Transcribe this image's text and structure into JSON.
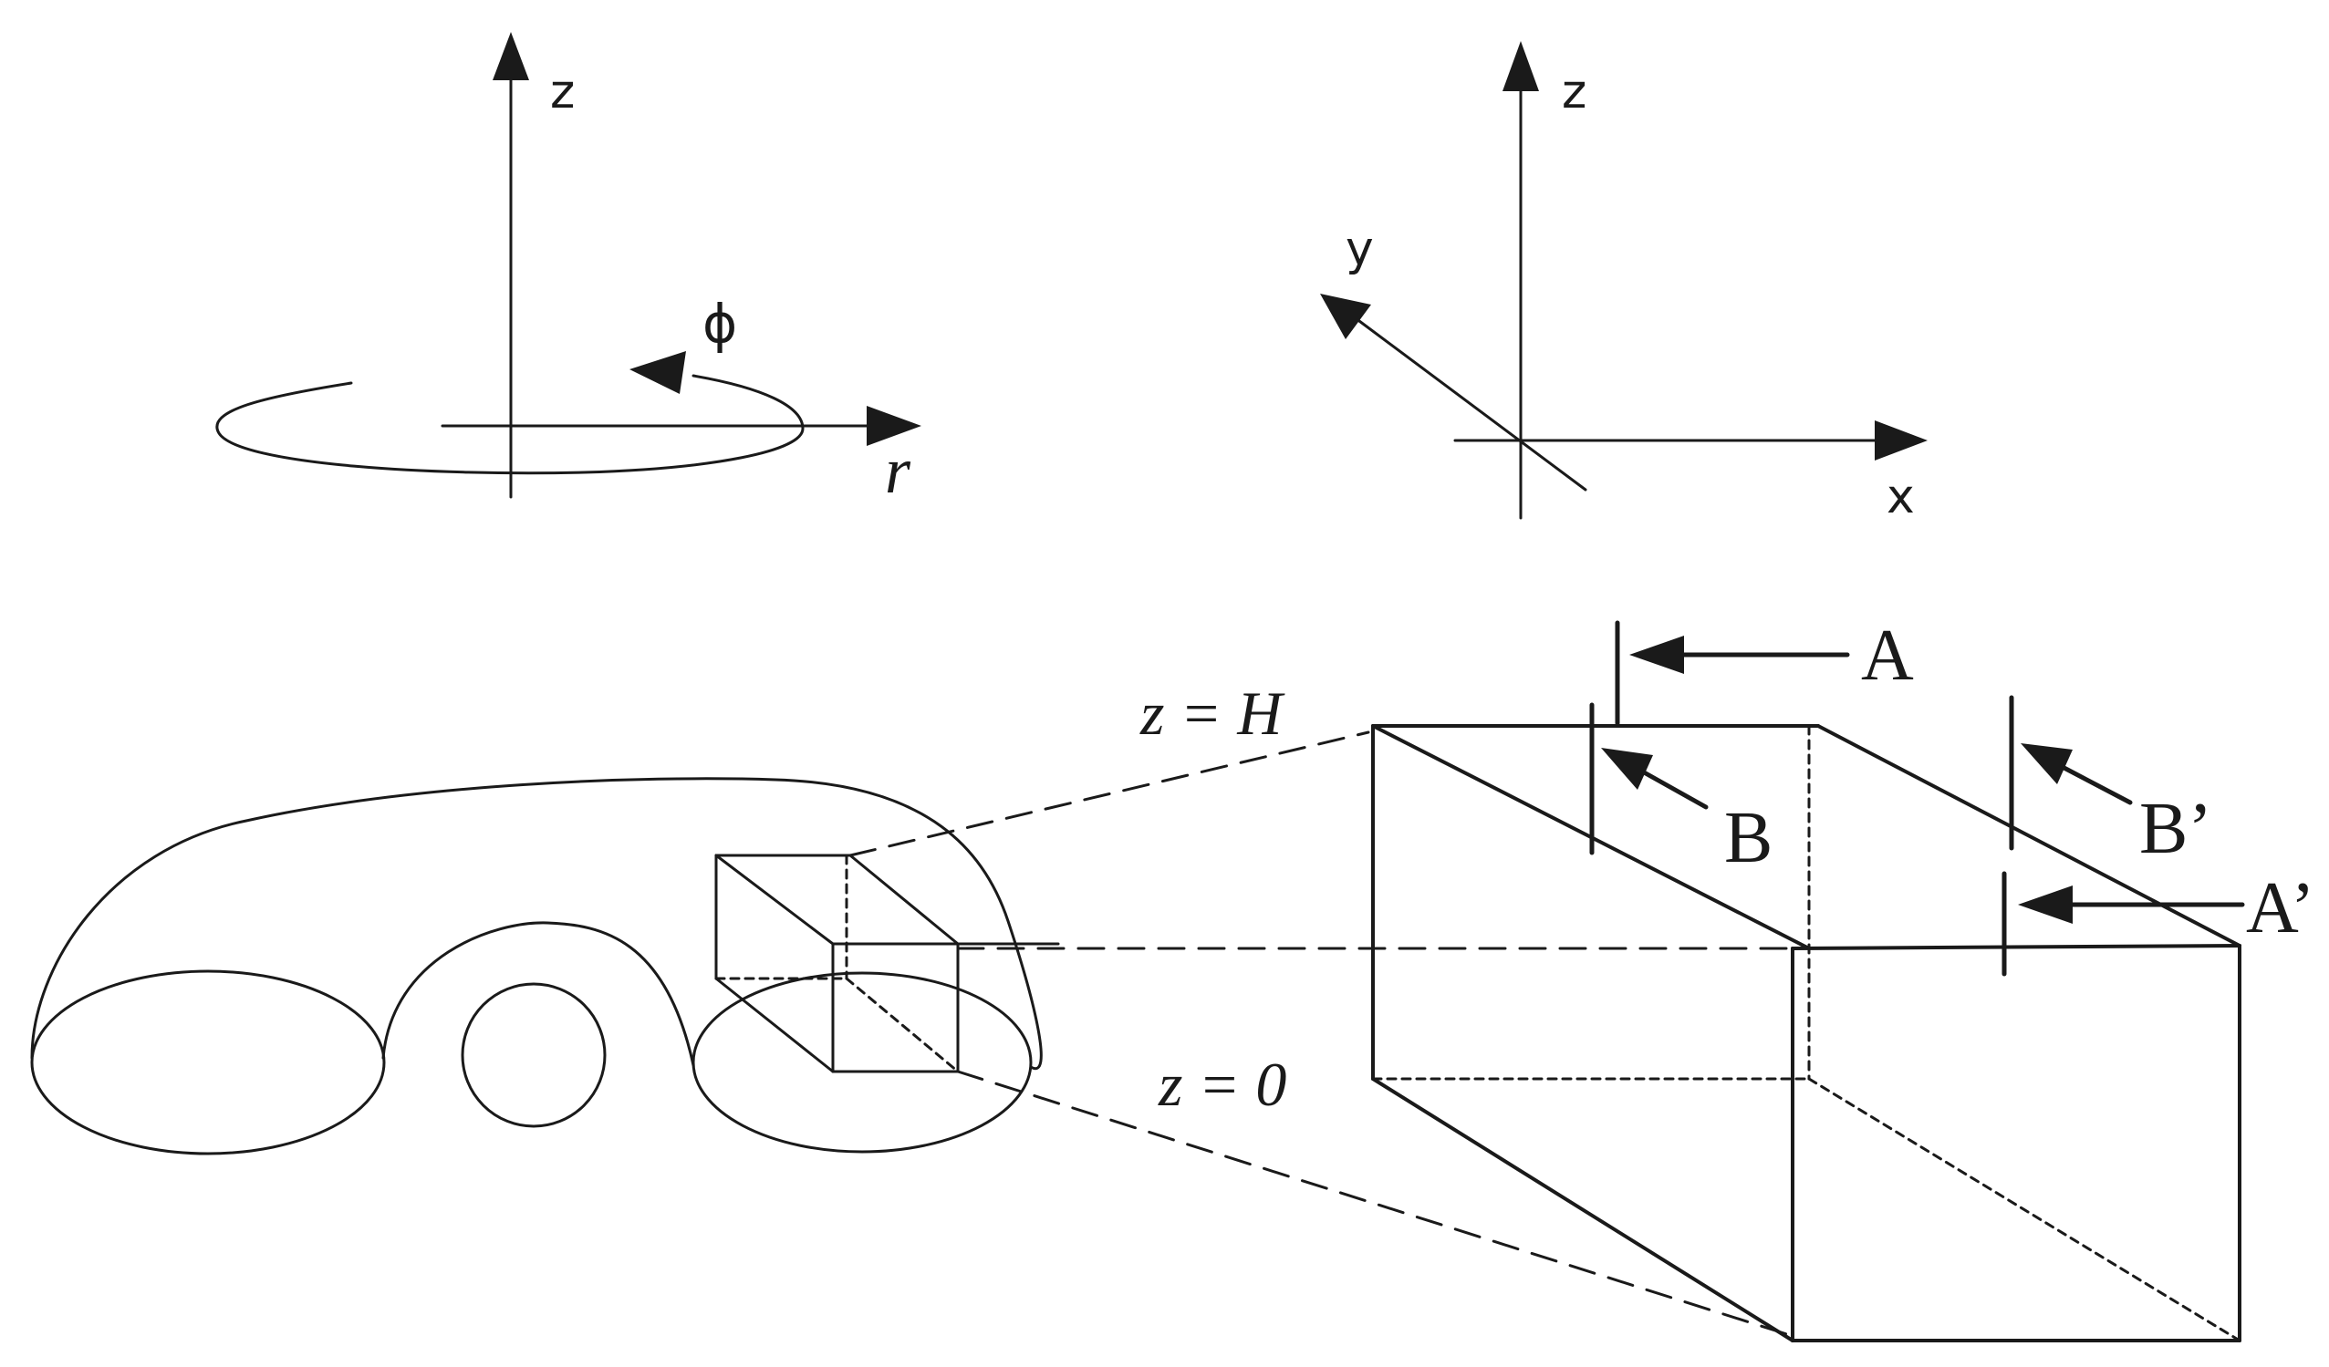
{
  "cylindrical_axes": {
    "z_label": "z",
    "phi_label": "ϕ",
    "r_label": "r"
  },
  "cartesian_axes": {
    "z_label": "z",
    "y_label": "y",
    "x_label": "x"
  },
  "flux_tube_box": {
    "top_label": "z = H",
    "bottom_label": "z = 0",
    "marker_a": "A",
    "marker_b": "B",
    "marker_b_prime": "B’",
    "marker_a_prime": "A’"
  }
}
